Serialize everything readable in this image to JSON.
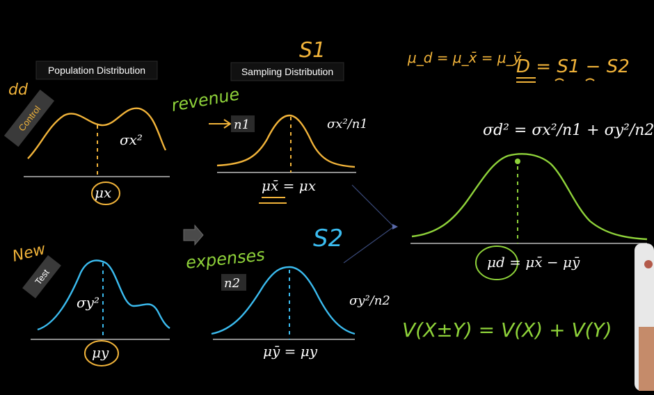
{
  "labels": {
    "population": "Population Distribution",
    "sampling": "Sampling Distribution",
    "control": "Control",
    "test": "Test"
  },
  "annotations": {
    "dd": "dd",
    "s1": "S1",
    "s2": "S2",
    "revenue": "revenue",
    "expenses": "expenses",
    "new": "New",
    "mean_identity": "μ_d = μ_x̄ = μ_ȳ",
    "d_def": "D = S1 − S2",
    "variance_rule": "V(X±Y) = V(X) + V(Y)"
  },
  "math": {
    "mu_x": "μx",
    "mu_y": "μy",
    "sigma_x2": "σx²",
    "sigma_y2": "σy²",
    "n1": "n1",
    "n2": "n2",
    "sigma_x2_over_n1": "σx²/n1",
    "sigma_y2_over_n2": "σy²/n2",
    "mu_xbar_eq": "μx̄ = μx",
    "mu_ybar_eq": "μȳ = μy",
    "sigma_d2_eq": "σd² = σx²/n1 + σy²/n2",
    "mu_d_eq": "μd = μx̄ − μȳ"
  },
  "colors": {
    "background": "#000000",
    "orange": "#f2b43a",
    "blue": "#3bbcf0",
    "green": "#8fd33a",
    "axis": "#bdbdbd",
    "text": "#ffffff"
  }
}
